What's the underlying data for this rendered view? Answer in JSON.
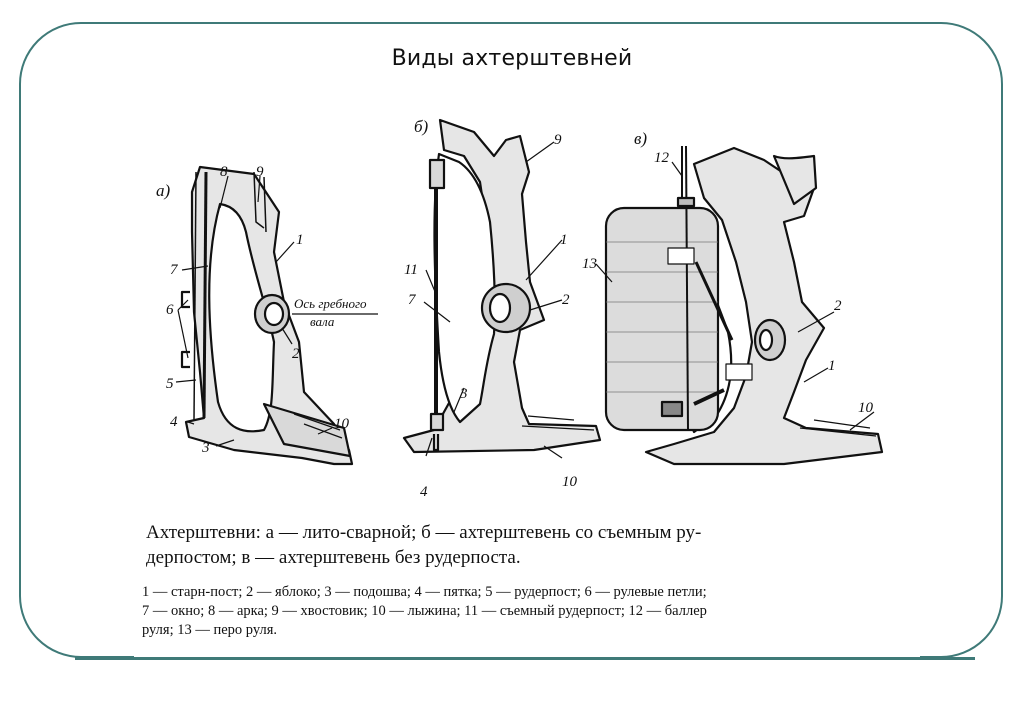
{
  "slide": {
    "title": "Виды ахтерштевней"
  },
  "figure": {
    "panel_labels": [
      "а)",
      "б)",
      "в)"
    ],
    "callouts_a": [
      "8",
      "9",
      "1",
      "7",
      "Ось гребного",
      "вала",
      "6",
      "2",
      "5",
      "4",
      "10",
      "3"
    ],
    "callouts_b": [
      "9",
      "1",
      "11",
      "2",
      "7",
      "3",
      "4",
      "10"
    ],
    "callouts_c": [
      "12",
      "13",
      "2",
      "1",
      "10"
    ]
  },
  "caption": {
    "line1": "Ахтерштевни: а — лито-сварной; б — ахтерштевень со съемным ру-",
    "line2": "дерпостом; в — ахтерштевень без рудерпоста.",
    "legend_row1": "1 — старн-пост; 2 — яблоко; 3 — подошва; 4 — пятка; 5 — рудерпост; 6 — рулевые петли;",
    "legend_row2": "7 — окно; 8 — арка; 9 — хвостовик; 10 — лыжина; 11 — съемный рудерпост; 12 — баллер",
    "legend_row3": "руля; 13 — перо руля."
  }
}
